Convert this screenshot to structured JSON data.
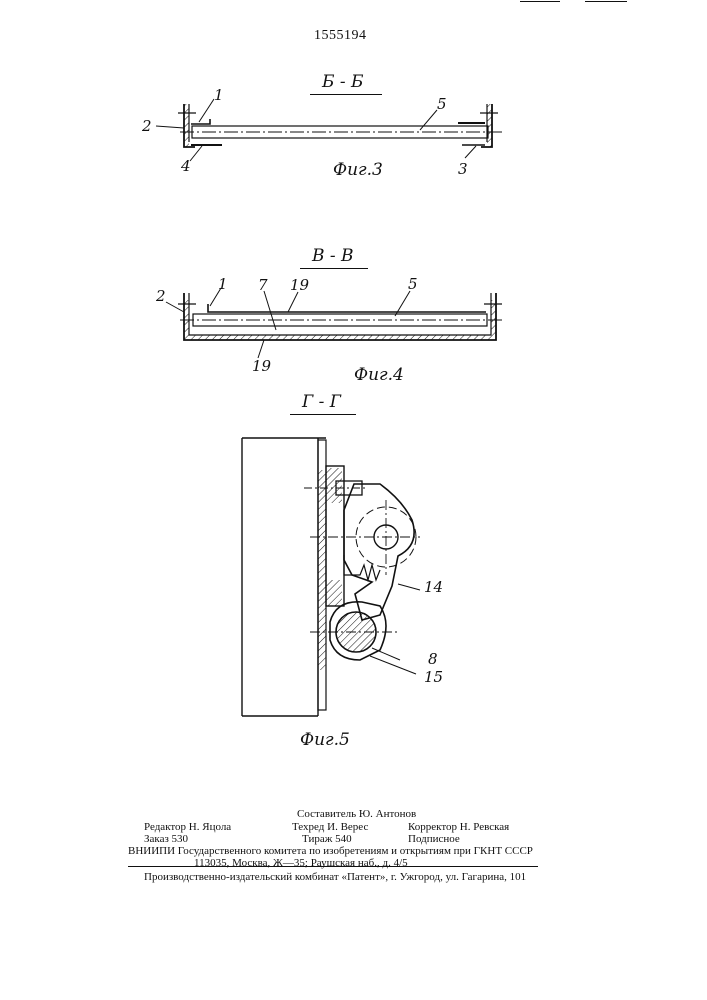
{
  "patent_number": "1555194",
  "fig3": {
    "section": "Б - Б",
    "caption": "Фиг.3",
    "labels": [
      "1",
      "2",
      "4",
      "5",
      "3"
    ]
  },
  "fig4": {
    "section": "В - В",
    "caption": "Фиг.4",
    "labels": [
      "2",
      "1",
      "7",
      "19",
      "5",
      "19"
    ]
  },
  "fig5": {
    "section": "Г - Г",
    "caption": "Фиг.5",
    "labels": [
      "14",
      "8",
      "15"
    ]
  },
  "footer": {
    "compiler": "Составитель Ю. Антонов",
    "editor": "Редактор Н. Яцола",
    "techred": "Техред И. Верес",
    "corrector": "Корректор Н. Ревская",
    "order": "Заказ 530",
    "circulation": "Тираж 540",
    "subscription": "Подписное",
    "org_line1": "ВНИИПИ Государственного комитета по изобретениям и открытиям при ГКНТ СССР",
    "org_line2": "113035, Москва, Ж—35; Раушская наб., д. 4/5",
    "printer": "Производственно-издательский комбинат «Патент», г. Ужгород, ул. Гагарина, 101"
  }
}
